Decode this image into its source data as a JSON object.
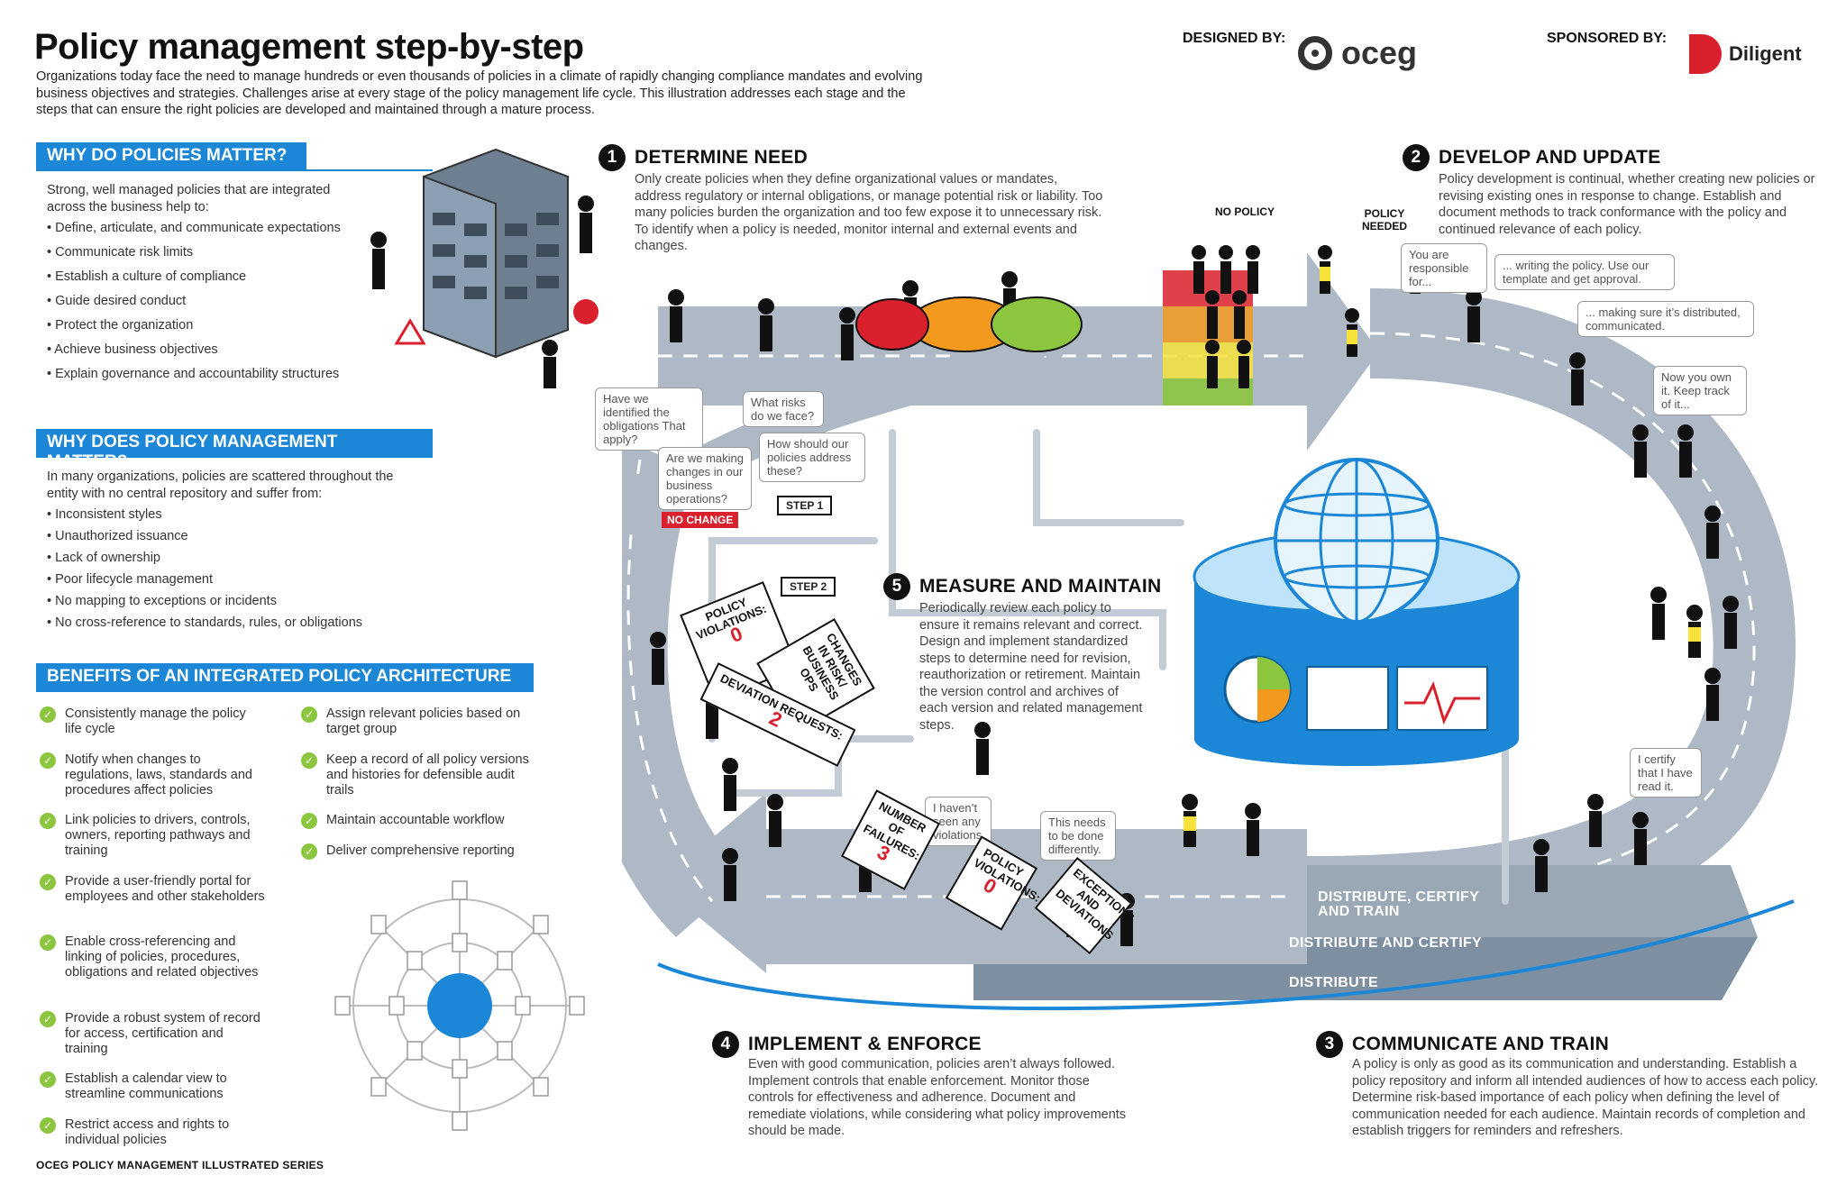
{
  "header": {
    "title": "Policy management step-by-step",
    "intro": "Organizations today face the need to manage hundreds or even thousands of policies in a climate of rapidly changing compliance mandates and evolving business objectives and strategies. Challenges arise at every stage of the policy management life cycle. This illustration addresses each stage and the steps that can ensure the right policies are developed and maintained through a mature process.",
    "designed_by_label": "DESIGNED BY:",
    "designed_by_name": "oceg",
    "sponsored_by_label": "SPONSORED BY:",
    "sponsored_by_name": "Diligent"
  },
  "why_policies": {
    "heading": "WHY DO POLICIES MATTER?",
    "intro": "Strong, well managed policies that are integrated across the business help to:",
    "items": [
      "• Define, articulate, and communicate expectations",
      "• Communicate risk limits",
      "• Establish a culture of compliance",
      "• Guide desired conduct",
      "• Protect the organization",
      "• Achieve business objectives",
      "• Explain governance and accountability structures"
    ]
  },
  "why_management": {
    "heading": "WHY DOES POLICY MANAGEMENT MATTER?",
    "intro": "In many organizations, policies are scattered throughout the entity with no central repository and suffer from:",
    "items": [
      "• Inconsistent styles",
      "• Unauthorized issuance",
      "• Lack of ownership",
      "• Poor lifecycle management",
      "• No mapping to exceptions or incidents",
      "• No cross-reference to standards, rules, or obligations"
    ]
  },
  "benefits": {
    "heading": "BENEFITS OF AN INTEGRATED POLICY ARCHITECTURE",
    "check": "✓",
    "left": [
      "Consistently manage the policy life cycle",
      "Notify when changes to regulations, laws, standards and procedures affect policies",
      "Link policies to drivers, controls, owners, reporting pathways and training",
      "Provide a user-friendly portal for employees and other stakeholders",
      "Enable cross-referencing and linking of policies, procedures, obligations and related objectives",
      "Provide a robust system of record for access, certification and training",
      "Establish a calendar view to streamline communications",
      "Restrict access and rights to individual policies"
    ],
    "right": [
      "Assign relevant policies based on target group",
      "Keep a record of all policy versions and histories for defensible audit trails",
      "Maintain accountable workflow",
      "Deliver comprehensive reporting"
    ]
  },
  "footer": {
    "series": "OCEG POLICY MANAGEMENT ILLUSTRATED SERIES"
  },
  "steps": {
    "s1": {
      "num": "1",
      "title": "DETERMINE NEED",
      "text": "Only create policies when they define organizational values or mandates, address regulatory or internal obligations, or manage potential risk or liability. Too many policies burden the organization and too few expose it to unnecessary risk. To identify when a policy is needed, monitor internal and external events and changes."
    },
    "s2": {
      "num": "2",
      "title": "DEVELOP AND UPDATE",
      "text": "Policy development is continual, whether creating new policies or revising existing ones in response to change. Establish and document methods to track conformance with the policy and continued relevance of each policy."
    },
    "s3": {
      "num": "3",
      "title": "COMMUNICATE AND TRAIN",
      "text": "A policy is only as good as its communication and understanding. Establish a policy repository and inform all intended audiences of how to access each policy. Determine risk-based importance of each policy when defining the level of communication needed for each audience. Maintain records of completion and establish triggers for reminders and refreshers."
    },
    "s4": {
      "num": "4",
      "title": "IMPLEMENT & ENFORCE",
      "text": "Even with good communication, policies aren’t always followed. Implement controls that enable enforcement. Monitor those controls for effectiveness and adherence. Document and remediate violations, while considering what policy improvements should be made."
    },
    "s5": {
      "num": "5",
      "title": "MEASURE AND MAINTAIN",
      "text": "Periodically review each policy to ensure it remains relevant and correct. Design and implement standardized steps to determine need for revision, reauthorization or retirement. Maintain the version control and archives of each version and related management steps."
    }
  },
  "bubbles": {
    "obligations": "Have we identified the obligations That apply?",
    "risks": "What risks do we face?",
    "address": "How should our policies address these?",
    "changes": "Are we making changes in our business operations?",
    "responsible": "You are responsible for...",
    "writing": "... writing the policy. Use our template and get approval.",
    "making_sure": "... making sure it’s distributed, communicated.",
    "own_it": "Now you own it. Keep track of it...",
    "certify": "I certify that I have read it.",
    "no_violations": "I haven’t seen any violations.",
    "differently": "This needs to be done differently."
  },
  "labels": {
    "no_policy": "NO POLICY",
    "policy_needed": "POLICY NEEDED",
    "no_change": "NO CHANGE",
    "step1": "STEP 1",
    "step2": "STEP 2",
    "lane1": "DISTRIBUTE, CERTIFY AND TRAIN",
    "lane2": "DISTRIBUTE AND CERTIFY",
    "lane3": "DISTRIBUTE"
  },
  "signs": {
    "violations_label": "POLICY VIOLATIONS:",
    "violations_value": "0",
    "changes_label": "CHANGES IN RISK/ BUSINESS OPS",
    "deviation_label": "DEVIATION REQUESTS:",
    "deviation_value": "2",
    "failures_label": "NUMBER OF FAILURES:",
    "failures_value": "3",
    "violations2_label": "POLICY VIOLATIONS:",
    "violations2_value": "0",
    "exceptions_label": "EXCEPTIONS AND DEVIATIONS"
  },
  "colors": {
    "accent": "#1b87d6",
    "road": "#aeb9c5",
    "road_dark": "#6f8194",
    "check": "#8cc63f",
    "alert": "#d9202c"
  }
}
